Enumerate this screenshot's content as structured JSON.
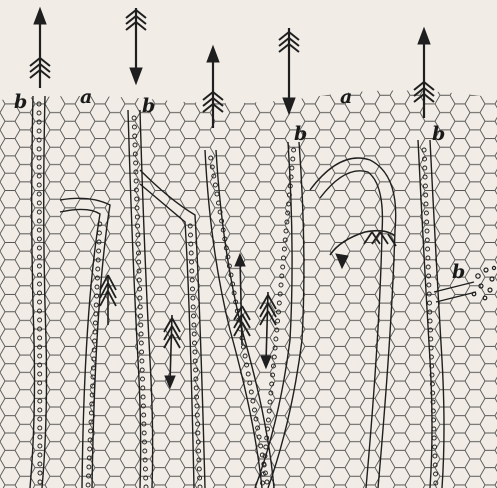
{
  "figure": {
    "labels": {
      "b_left": "b",
      "a_left": "a",
      "b_second": "b",
      "b_middle": "b",
      "a_right": "a",
      "b_right": "b",
      "b_branch": "b"
    },
    "colors": {
      "paper": "#f1ede6",
      "ink": "#1f1f1f",
      "cell_line": "#3a3a3a"
    },
    "icons": [
      "arrow-up-icon",
      "arrow-down-icon",
      "curved-arrow-icon",
      "feather-arrow-icon"
    ]
  }
}
